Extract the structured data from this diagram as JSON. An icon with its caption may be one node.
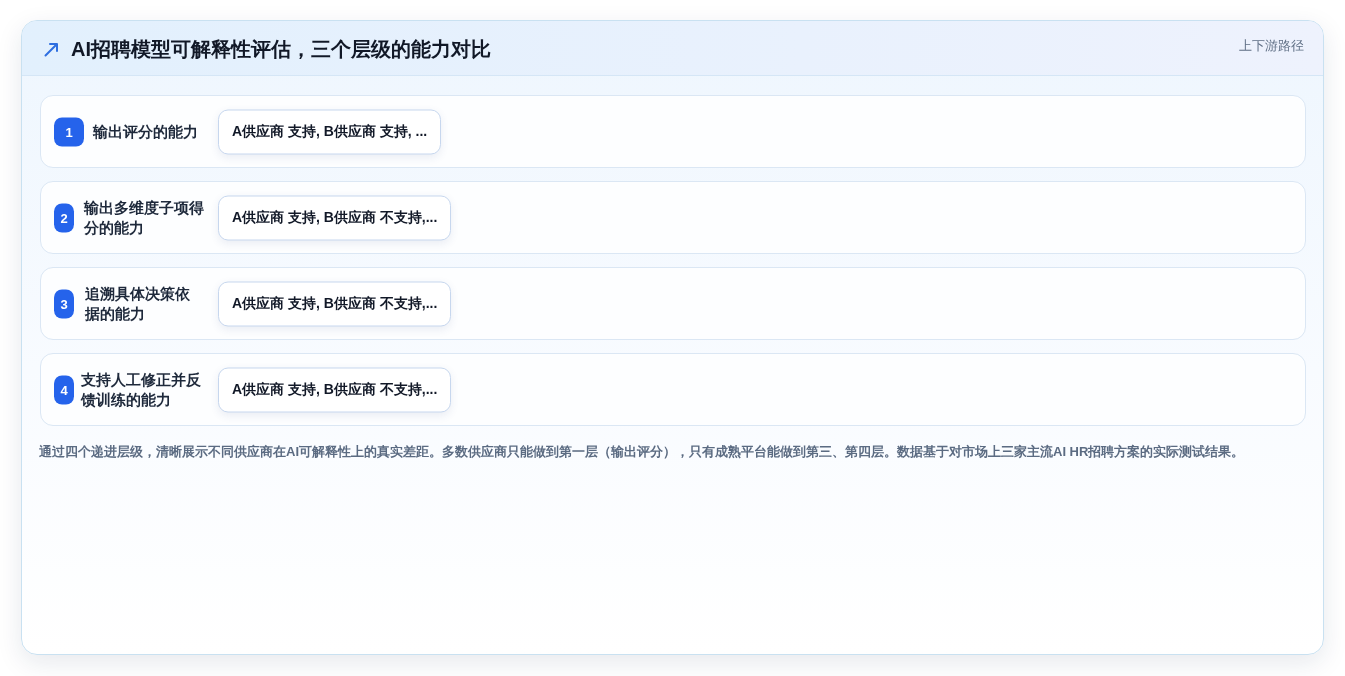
{
  "diagram": {
    "title": "AI招聘模型可解释性评估，三个层级的能力对比",
    "caption": "通过四个递进层级，清晰展示不同供应商在AI可解释性上的真实差距。多数供应商只能做到第一层（输出评分），只有成熟平台能做到第三、第四层。数据基于对市场上三家主流AI HR招聘方案的实际测试结果。",
    "nodes": [
      {
        "text": [
          "输出评分的能力"
        ]
      },
      {
        "text": [
          "1"
        ],
        "in": 0
      },
      {
        "text": [
          "A供应商 支持, B供应商 支持, ..."
        ],
        "in": 0
      },
      {
        "text": [
          "输出多维度子项得分的能力"
        ]
      },
      {
        "text": [
          "2"
        ],
        "in": 3
      },
      {
        "text": [
          "A供应商 支持, B供应商 不支持,..."
        ],
        "in": 3
      },
      {
        "text": [
          "追溯具体决策依据的能力"
        ]
      },
      {
        "text": [
          "3"
        ],
        "in": 6
      },
      {
        "text": [
          "A供应商 支持, B供应商 不支持,..."
        ],
        "in": 6
      },
      {
        "text": [
          "支持人工修正并反馈训练的能力"
        ]
      },
      {
        "text": [
          "4"
        ],
        "in": 9
      },
      {
        "text": [
          "A供应商 支持, B供应商 不支持,..."
        ],
        "in": 9
      }
    ],
    "labels": [
      "上下游路径"
    ]
  }
}
